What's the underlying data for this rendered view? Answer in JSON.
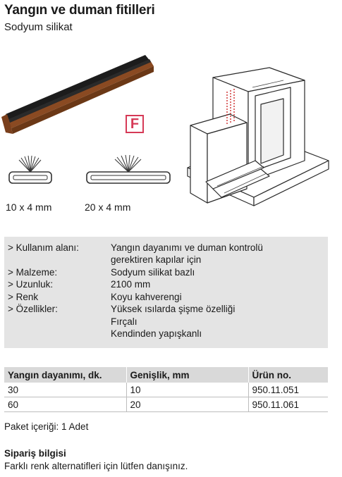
{
  "header": {
    "title": "Yangın ve duman fitilleri",
    "subtitle": "Sodyum silikat"
  },
  "badge": {
    "letter": "F",
    "color": "#d63a57"
  },
  "profiles": [
    {
      "label": "10 x 4 mm"
    },
    {
      "label": "20 x 4 mm"
    }
  ],
  "spec": {
    "rows": [
      {
        "key": "> Kullanım alanı:",
        "value": "Yangın dayanımı ve duman kontrolü"
      },
      {
        "key": "",
        "value": "gerektiren kapılar için"
      },
      {
        "key": "> Malzeme:",
        "value": "Sodyum silikat bazlı"
      },
      {
        "key": "> Uzunluk:",
        "value": "2100 mm"
      },
      {
        "key": "> Renk",
        "value": "Koyu kahverengi"
      },
      {
        "key": "> Özellikler:",
        "value": "Yüksek ısılarda şişme özelliği"
      },
      {
        "key": "",
        "value": "Fırçalı"
      },
      {
        "key": "",
        "value": "Kendinden yapışkanlı"
      }
    ]
  },
  "table": {
    "headers": [
      "Yangın dayanımı, dk.",
      "Genişlik, mm",
      "Ürün no."
    ],
    "rows": [
      [
        "30",
        "10",
        "950.11.051"
      ],
      [
        "60",
        "20",
        "950.11.061"
      ]
    ]
  },
  "package": "Paket içeriği: 1 Adet",
  "order": {
    "heading": "Sipariş bilgisi",
    "text": "Farklı renk alternatifleri için lütfen danışınız."
  },
  "colors": {
    "strip_brown": "#8a4a22",
    "strip_black": "#1c1c1c",
    "spec_bg": "#e4e4e4"
  }
}
